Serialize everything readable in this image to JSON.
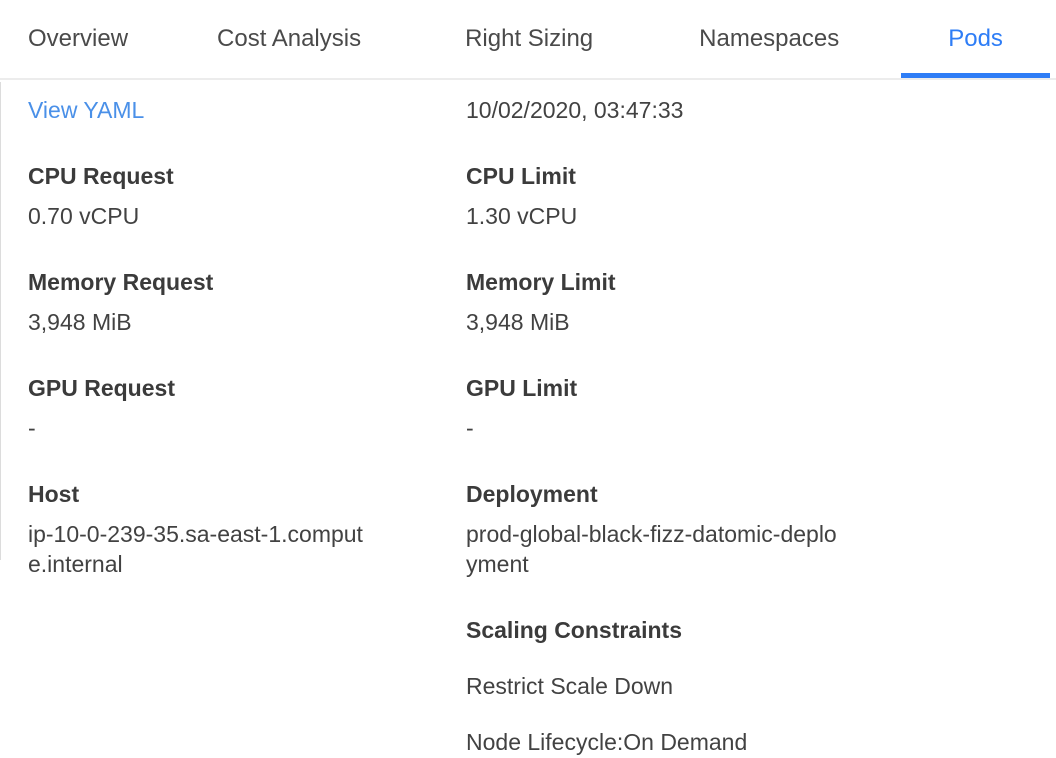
{
  "tabs": [
    {
      "label": "Overview",
      "active": false
    },
    {
      "label": "Cost Analysis",
      "active": false
    },
    {
      "label": "Right Sizing",
      "active": false
    },
    {
      "label": "Namespaces",
      "active": false
    },
    {
      "label": "Pods",
      "active": true
    }
  ],
  "colors": {
    "active_tab_blue": "#2e7df6",
    "link_blue": "#4a90e8",
    "label_gray": "#3b3b3b",
    "divider_gray": "#ececec"
  },
  "detail": {
    "view_yaml_label": "View YAML",
    "timestamp": "10/02/2020, 03:47:33"
  },
  "fields": {
    "cpu_request": {
      "label": "CPU Request",
      "value": "0.70 vCPU"
    },
    "cpu_limit": {
      "label": "CPU Limit",
      "value": "1.30 vCPU"
    },
    "memory_request": {
      "label": "Memory Request",
      "value": "3,948 MiB"
    },
    "memory_limit": {
      "label": "Memory Limit",
      "value": "3,948 MiB"
    },
    "gpu_request": {
      "label": "GPU Request",
      "value": "-"
    },
    "gpu_limit": {
      "label": "GPU Limit",
      "value": "-"
    },
    "host": {
      "label": "Host",
      "value": "ip-10-0-239-35.sa-east-1.compute.internal"
    },
    "deployment": {
      "label": "Deployment",
      "value": "prod-global-black-fizz-datomic-deployment"
    }
  },
  "scaling_constraints": {
    "title": "Scaling Constraints",
    "items": [
      "Restrict Scale Down",
      "Node Lifecycle:On Demand"
    ]
  }
}
